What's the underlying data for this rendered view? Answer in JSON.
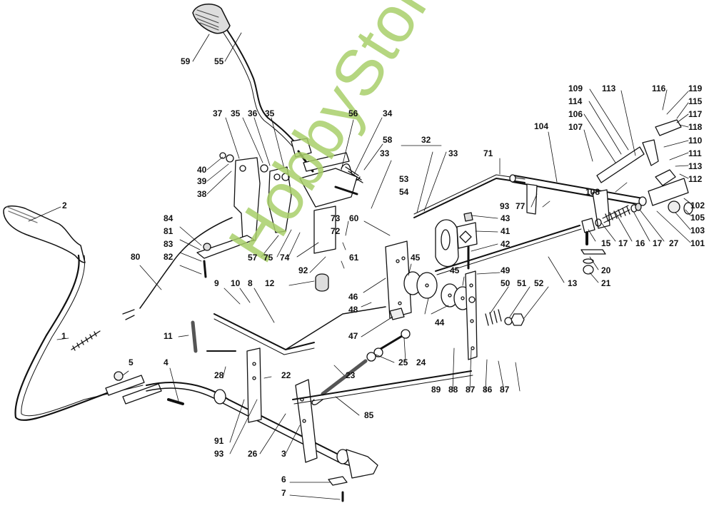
{
  "diagram": {
    "title": "Exploded parts diagram - pedal / lever linkage",
    "watermark": "HobbyStore.it",
    "accent_color": "#a9cf6a",
    "callouts": [
      {
        "id": "59",
        "text": "59"
      },
      {
        "id": "55",
        "text": "55"
      },
      {
        "id": "37",
        "text": "37"
      },
      {
        "id": "35a",
        "text": "35"
      },
      {
        "id": "36",
        "text": "36"
      },
      {
        "id": "35b",
        "text": "35"
      },
      {
        "id": "56",
        "text": "56"
      },
      {
        "id": "34",
        "text": "34"
      },
      {
        "id": "58",
        "text": "58"
      },
      {
        "id": "40",
        "text": "40"
      },
      {
        "id": "39",
        "text": "39"
      },
      {
        "id": "38",
        "text": "38"
      },
      {
        "id": "32",
        "text": "32"
      },
      {
        "id": "33a",
        "text": "33"
      },
      {
        "id": "33b",
        "text": "33"
      },
      {
        "id": "53",
        "text": "53"
      },
      {
        "id": "54",
        "text": "54"
      },
      {
        "id": "71",
        "text": "71"
      },
      {
        "id": "93a",
        "text": "93"
      },
      {
        "id": "77",
        "text": "77"
      },
      {
        "id": "104",
        "text": "104"
      },
      {
        "id": "109",
        "text": "109"
      },
      {
        "id": "113a",
        "text": "113"
      },
      {
        "id": "116",
        "text": "116"
      },
      {
        "id": "119",
        "text": "119"
      },
      {
        "id": "114",
        "text": "114"
      },
      {
        "id": "115",
        "text": "115"
      },
      {
        "id": "106",
        "text": "106"
      },
      {
        "id": "117",
        "text": "117"
      },
      {
        "id": "107",
        "text": "107"
      },
      {
        "id": "118",
        "text": "118"
      },
      {
        "id": "110",
        "text": "110"
      },
      {
        "id": "111",
        "text": "111"
      },
      {
        "id": "113b",
        "text": "113"
      },
      {
        "id": "112",
        "text": "112"
      },
      {
        "id": "108",
        "text": "108"
      },
      {
        "id": "102",
        "text": "102"
      },
      {
        "id": "105",
        "text": "105"
      },
      {
        "id": "103",
        "text": "103"
      },
      {
        "id": "101",
        "text": "101"
      },
      {
        "id": "15",
        "text": "15"
      },
      {
        "id": "17a",
        "text": "17"
      },
      {
        "id": "16",
        "text": "16"
      },
      {
        "id": "17b",
        "text": "17"
      },
      {
        "id": "27",
        "text": "27"
      },
      {
        "id": "20",
        "text": "20"
      },
      {
        "id": "21",
        "text": "21"
      },
      {
        "id": "13",
        "text": "13"
      },
      {
        "id": "43",
        "text": "43"
      },
      {
        "id": "41",
        "text": "41"
      },
      {
        "id": "42",
        "text": "42"
      },
      {
        "id": "49",
        "text": "49"
      },
      {
        "id": "50",
        "text": "50"
      },
      {
        "id": "51",
        "text": "51"
      },
      {
        "id": "52",
        "text": "52"
      },
      {
        "id": "45a",
        "text": "45"
      },
      {
        "id": "45b",
        "text": "45"
      },
      {
        "id": "44",
        "text": "44"
      },
      {
        "id": "46",
        "text": "46"
      },
      {
        "id": "48",
        "text": "48"
      },
      {
        "id": "47",
        "text": "47"
      },
      {
        "id": "73",
        "text": "73"
      },
      {
        "id": "60",
        "text": "60"
      },
      {
        "id": "72",
        "text": "72"
      },
      {
        "id": "61",
        "text": "61"
      },
      {
        "id": "57",
        "text": "57"
      },
      {
        "id": "75",
        "text": "75"
      },
      {
        "id": "74",
        "text": "74"
      },
      {
        "id": "92",
        "text": "92"
      },
      {
        "id": "12",
        "text": "12"
      },
      {
        "id": "84",
        "text": "84"
      },
      {
        "id": "81",
        "text": "81"
      },
      {
        "id": "83",
        "text": "83"
      },
      {
        "id": "82",
        "text": "82"
      },
      {
        "id": "80",
        "text": "80"
      },
      {
        "id": "2",
        "text": "2"
      },
      {
        "id": "1",
        "text": "1"
      },
      {
        "id": "9",
        "text": "9"
      },
      {
        "id": "10",
        "text": "10"
      },
      {
        "id": "8",
        "text": "8"
      },
      {
        "id": "11",
        "text": "11"
      },
      {
        "id": "5",
        "text": "5"
      },
      {
        "id": "4",
        "text": "4"
      },
      {
        "id": "28",
        "text": "28"
      },
      {
        "id": "22",
        "text": "22"
      },
      {
        "id": "23",
        "text": "23"
      },
      {
        "id": "25",
        "text": "25"
      },
      {
        "id": "24",
        "text": "24"
      },
      {
        "id": "89",
        "text": "89"
      },
      {
        "id": "88",
        "text": "88"
      },
      {
        "id": "87a",
        "text": "87"
      },
      {
        "id": "86",
        "text": "86"
      },
      {
        "id": "87b",
        "text": "87"
      },
      {
        "id": "85",
        "text": "85"
      },
      {
        "id": "91",
        "text": "91"
      },
      {
        "id": "93b",
        "text": "93"
      },
      {
        "id": "26",
        "text": "26"
      },
      {
        "id": "3",
        "text": "3"
      },
      {
        "id": "6",
        "text": "6"
      },
      {
        "id": "7",
        "text": "7"
      }
    ]
  }
}
